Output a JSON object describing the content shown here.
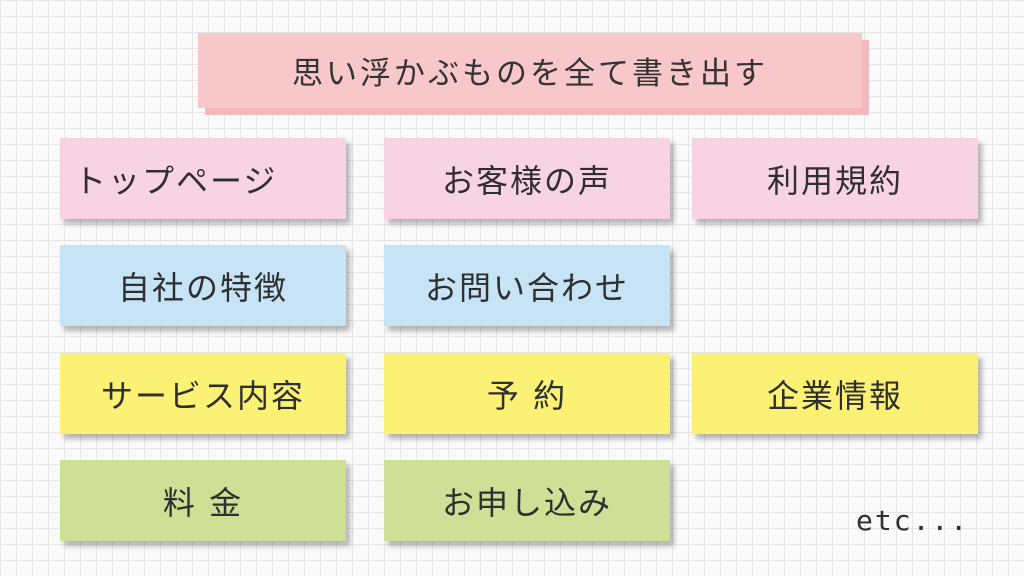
{
  "colors": {
    "pink": "#f8d3e2",
    "blue": "#c6e4f6",
    "yellow": "#fbf275",
    "green": "#cfdf95",
    "title_background": "#f7c7c9",
    "grid_line": "#e6e6e6"
  },
  "title": "思い浮かぶものを全て書き出す",
  "notes": {
    "top_page": "トップページ",
    "customer_voice": "お客様の声",
    "terms_of_use": "利用規約",
    "company_features": "自社の特徴",
    "contact": "お問い合わせ",
    "service_details": "サービス内容",
    "reservation": "予 約",
    "company_info": "企業情報",
    "pricing": "料 金",
    "application": "お申し込み"
  },
  "footer_text": "etc..."
}
